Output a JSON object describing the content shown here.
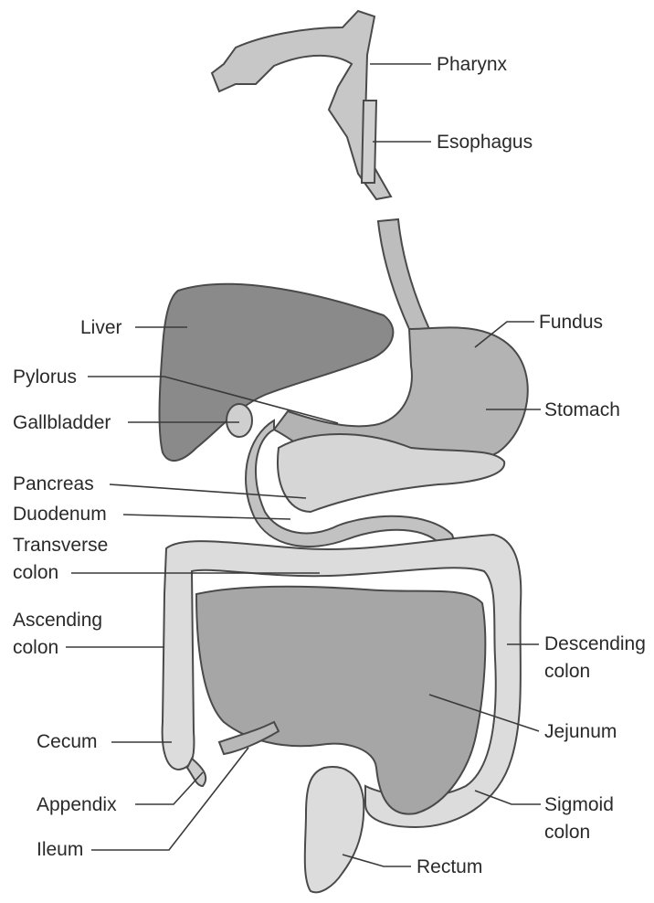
{
  "labels": {
    "pharynx": "Pharynx",
    "esophagus": "Esophagus",
    "liver": "Liver",
    "fundus": "Fundus",
    "pylorus": "Pylorus",
    "stomach": "Stomach",
    "gallbladder": "Gallbladder",
    "pancreas": "Pancreas",
    "duodenum": "Duodenum",
    "transverse_colon": [
      "Transverse",
      "colon"
    ],
    "ascending_colon": [
      "Ascending",
      "colon"
    ],
    "descending_colon": [
      "Descending",
      "colon"
    ],
    "jejunum": "Jejunum",
    "cecum": "Cecum",
    "appendix": "Appendix",
    "sigmoid_colon": [
      "Sigmoid",
      "colon"
    ],
    "ileum": "Ileum",
    "rectum": "Rectum"
  },
  "colors": {
    "liver": "#8a8a8a",
    "stomach": "#b3b3b3",
    "colon": "#dcdcdc",
    "small_intestine": "#a6a6a6",
    "outline": "#4a4a4a",
    "leader": "#3a3a3a"
  }
}
